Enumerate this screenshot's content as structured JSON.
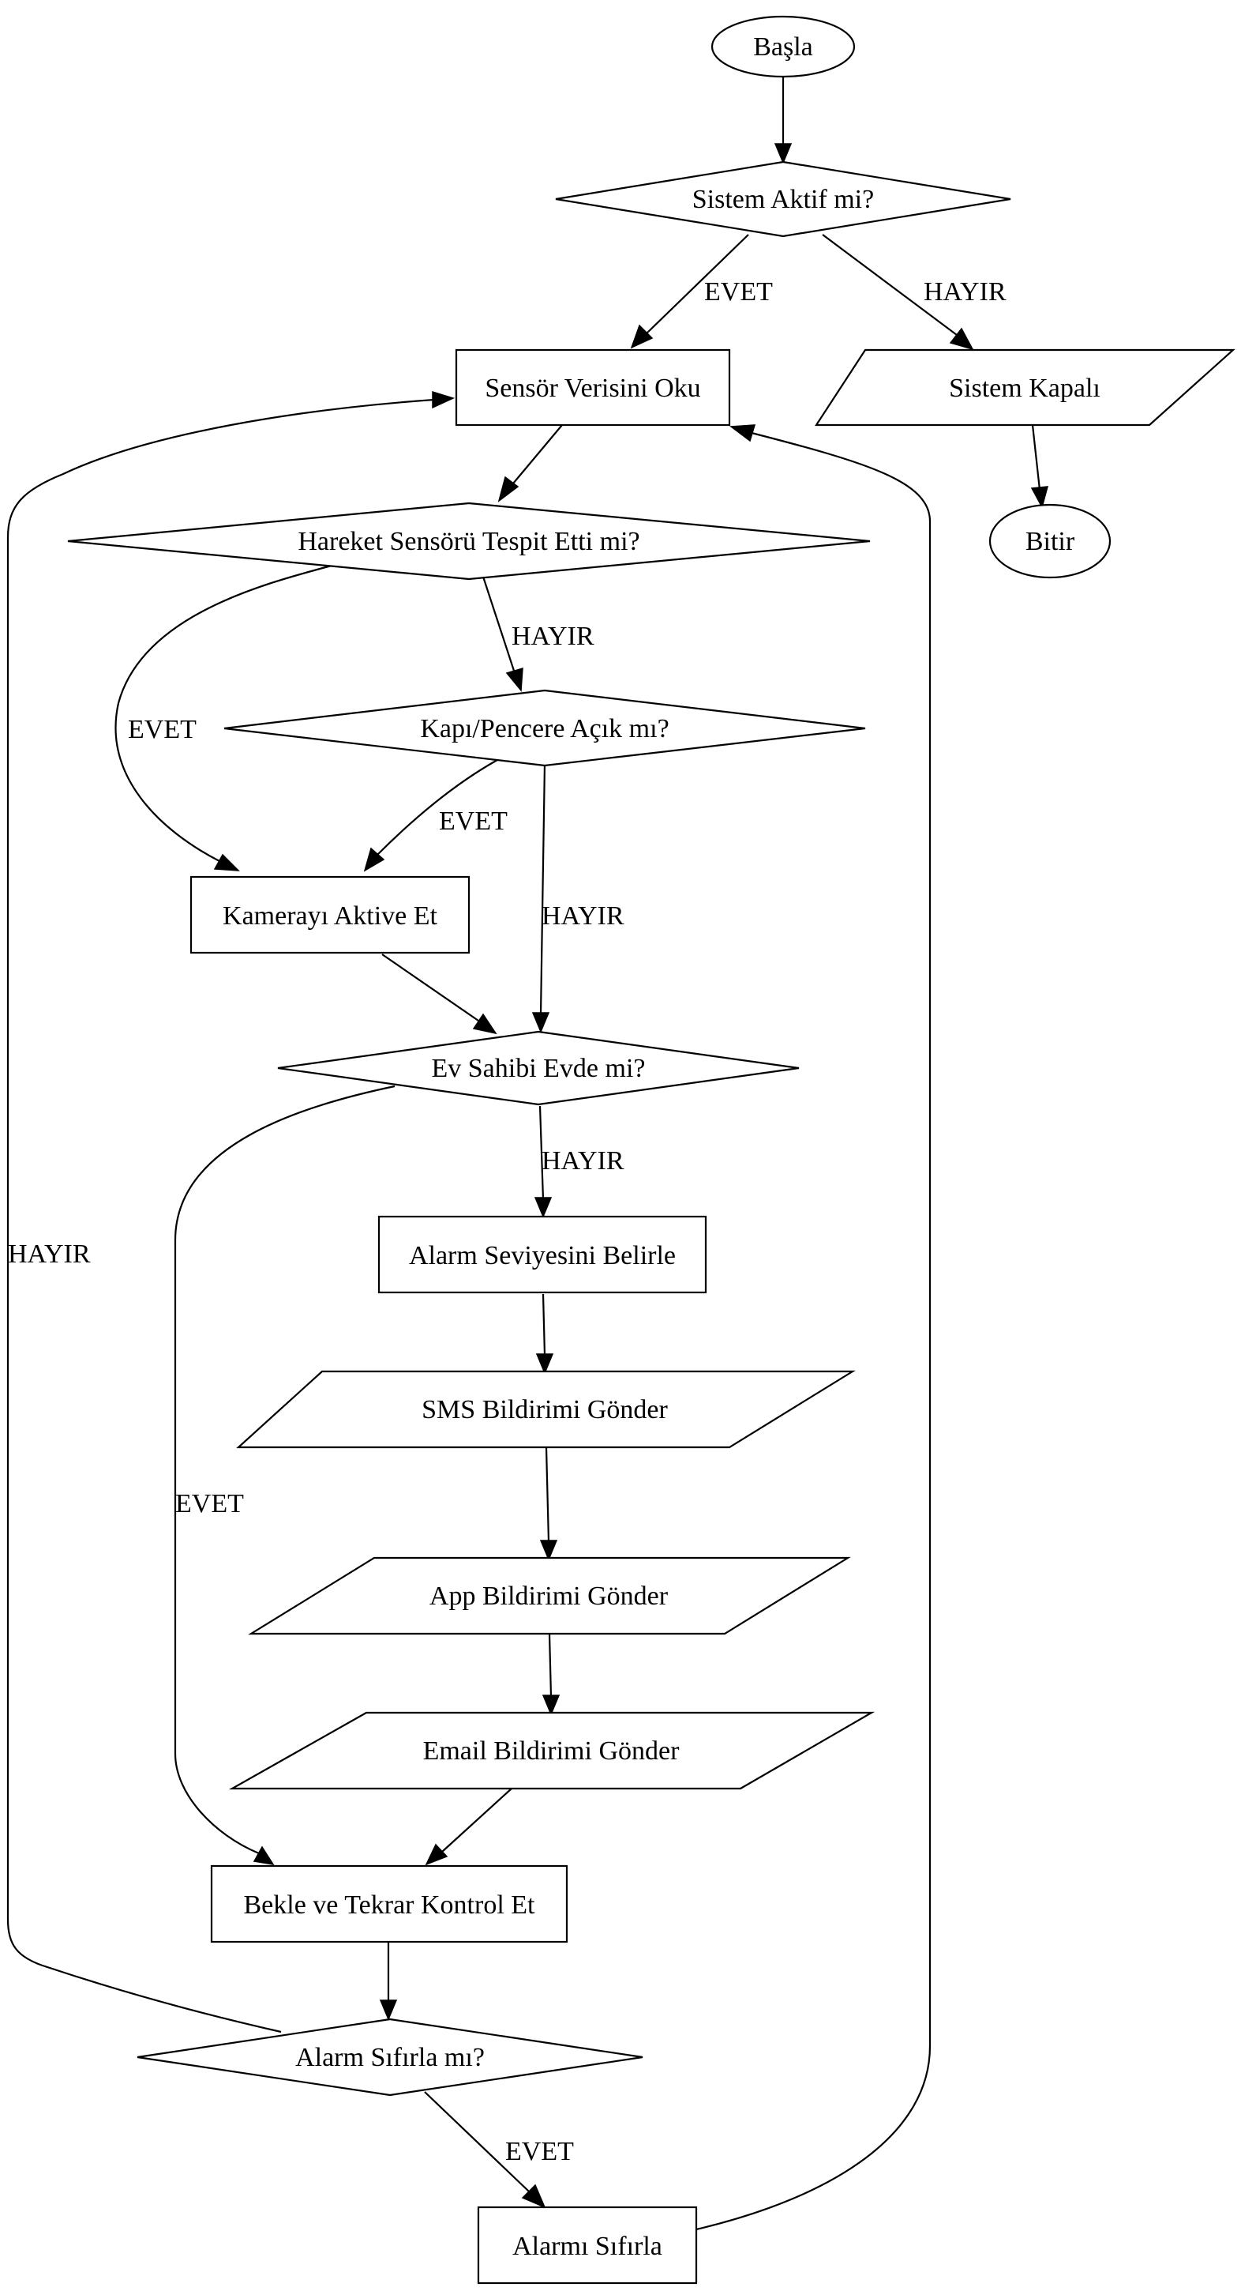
{
  "nodes": {
    "start": "Başla",
    "system_active": "Sistem Aktif mi?",
    "read_sensor": "Sensör Verisini Oku",
    "system_off": "Sistem Kapalı",
    "end": "Bitir",
    "motion_detected": "Hareket Sensörü Tespit Etti mi?",
    "door_window_open": "Kapı/Pencere Açık mı?",
    "activate_camera": "Kamerayı Aktive Et",
    "owner_home": "Ev Sahibi Evde mi?",
    "set_alarm_level": "Alarm Seviyesini Belirle",
    "send_sms": "SMS Bildirimi Gönder",
    "send_app": "App Bildirimi Gönder",
    "send_email": "Email Bildirimi Gönder",
    "wait_recheck": "Bekle ve Tekrar Kontrol Et",
    "reset_alarm_q": "Alarm Sıfırla mı?",
    "reset_alarm": "Alarmı Sıfırla"
  },
  "edge_labels": {
    "active_yes": "EVET",
    "active_no": "HAYIR",
    "motion_no": "HAYIR",
    "motion_yes": "EVET",
    "door_yes": "EVET",
    "door_no": "HAYIR",
    "home_no": "HAYIR",
    "home_yes": "EVET",
    "reset_no": "HAYIR",
    "reset_yes": "EVET"
  }
}
